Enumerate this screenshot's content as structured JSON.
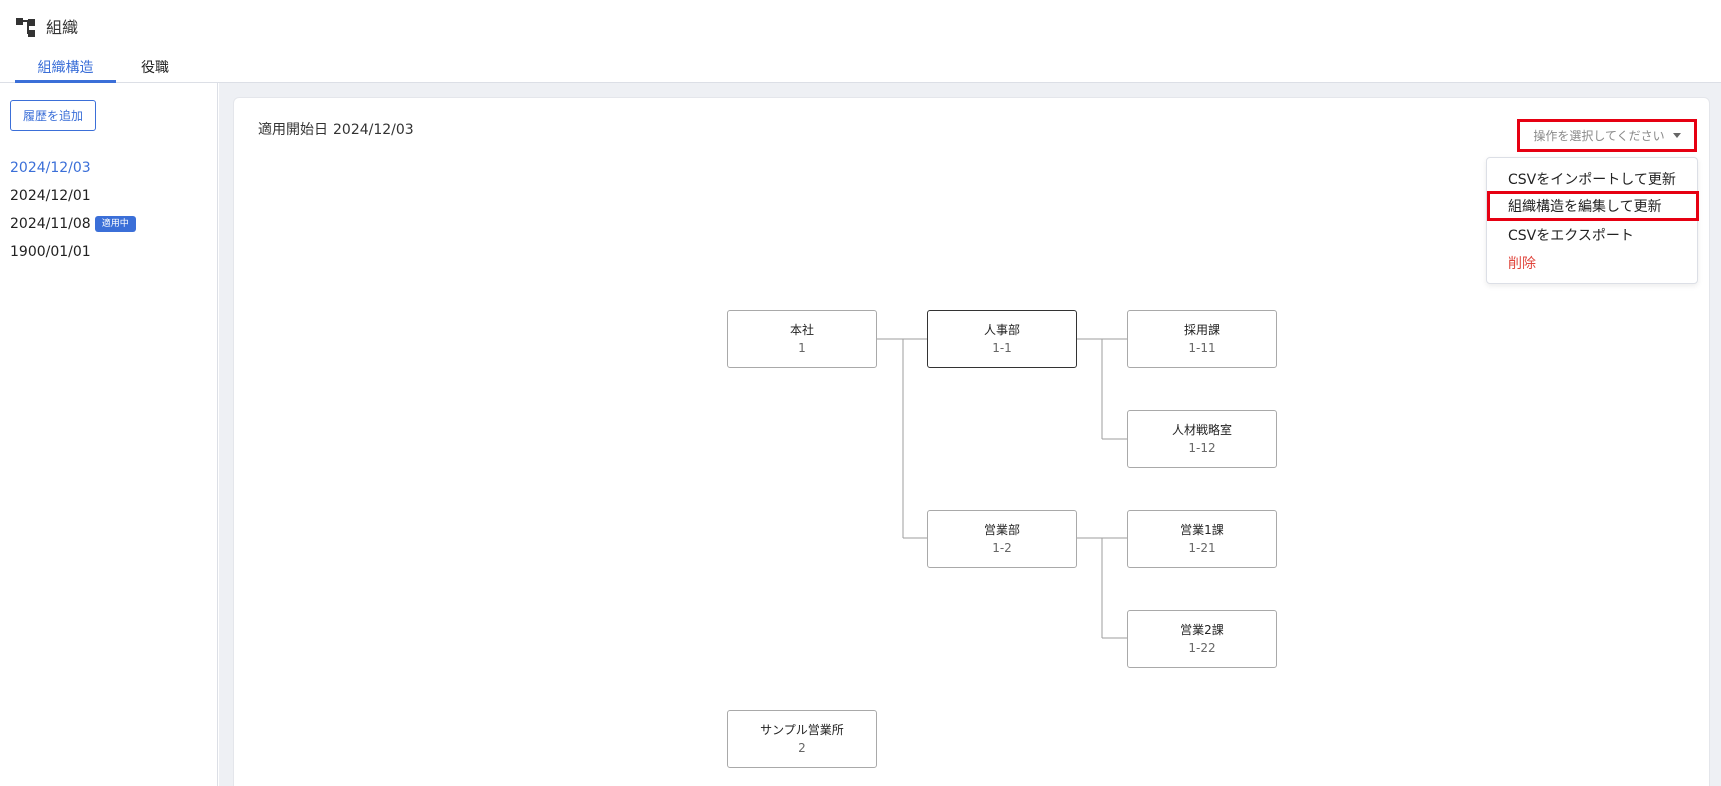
{
  "header": {
    "title": "組織",
    "tabs": [
      {
        "label": "組織構造",
        "active": true
      },
      {
        "label": "役職",
        "active": false
      }
    ]
  },
  "sidebar": {
    "add_button": "履歴を追加",
    "history": [
      {
        "date": "2024/12/03",
        "selected": true,
        "badge": ""
      },
      {
        "date": "2024/12/01",
        "selected": false,
        "badge": ""
      },
      {
        "date": "2024/11/08",
        "selected": false,
        "badge": "適用中"
      },
      {
        "date": "1900/01/01",
        "selected": false,
        "badge": ""
      }
    ]
  },
  "main": {
    "start_label": "適用開始日",
    "start_date": "2024/12/03",
    "operation_select": {
      "placeholder": "操作を選択してください"
    },
    "menu": [
      {
        "label": "CSVをインポートして更新",
        "highlighted": false,
        "danger": false
      },
      {
        "label": "組織構造を編集して更新",
        "highlighted": true,
        "danger": false
      },
      {
        "label": "CSVをエクスポート",
        "highlighted": false,
        "danger": false
      },
      {
        "label": "削除",
        "highlighted": false,
        "danger": true
      }
    ],
    "org_tree": [
      {
        "name": "本社",
        "code": "1",
        "selected": false
      },
      {
        "name": "人事部",
        "code": "1-1",
        "selected": true
      },
      {
        "name": "採用課",
        "code": "1-11",
        "selected": false
      },
      {
        "name": "人材戦略室",
        "code": "1-12",
        "selected": false
      },
      {
        "name": "営業部",
        "code": "1-2",
        "selected": false
      },
      {
        "name": "営業1課",
        "code": "1-21",
        "selected": false
      },
      {
        "name": "営業2課",
        "code": "1-22",
        "selected": false
      },
      {
        "name": "サンプル営業所",
        "code": "2",
        "selected": false
      }
    ]
  },
  "colors": {
    "accent": "#3b6fd8",
    "highlight_border": "#e60012",
    "danger": "#e0463d",
    "background": "#eef0f4"
  }
}
